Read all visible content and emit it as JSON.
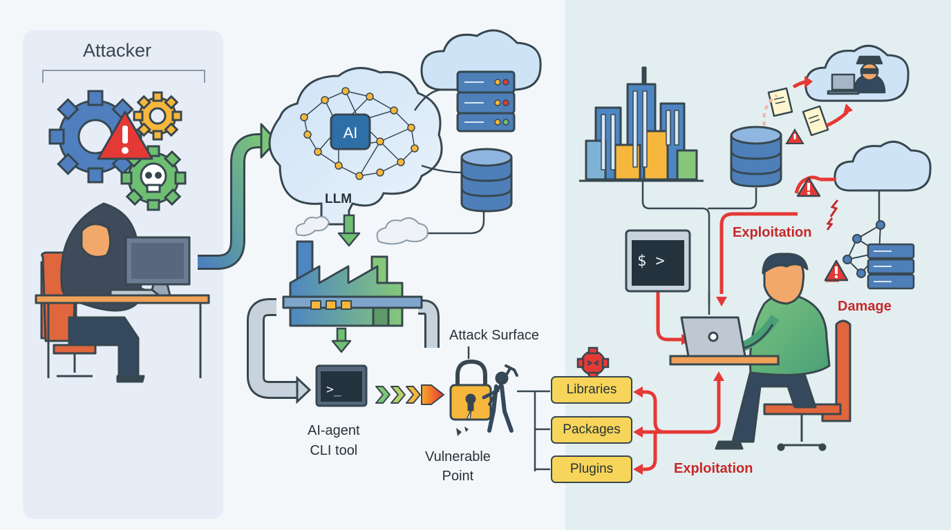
{
  "attacker_panel": {
    "title": "Attacker"
  },
  "labels": {
    "llm": "LLM",
    "ai_badge": "AI",
    "attack_surface": "Attack Surface",
    "agent_line1": "AI-agent",
    "agent_line2": "CLI tool",
    "vuln_line1": "Vulnerable",
    "vuln_line2": "Point",
    "exploitation_top": "Exploitation",
    "damage": "Damage",
    "exploitation_bottom": "Exploitation"
  },
  "components": [
    {
      "label": "Libraries"
    },
    {
      "label": "Packages"
    },
    {
      "label": "Plugins"
    }
  ],
  "terminals": {
    "cli_prompt": ">_",
    "shell_prompt": "$ >"
  },
  "colors": {
    "outline": "#37474f",
    "threat_red": "#e53935",
    "label_red": "#c62828",
    "flow_green": "#6fbf73",
    "flow_blue": "#4e7fb8",
    "component_yellow": "#f7d55a",
    "left_panel": "#e7edf6",
    "right_panel": "#e2edf0"
  },
  "icons": [
    "gear-icon",
    "warning-icon",
    "skull-icon",
    "hooded-attacker",
    "brain-icon",
    "cloud-icon",
    "server-icon",
    "database-icon",
    "factory-icon",
    "terminal-icon",
    "padlock-icon",
    "bug-icon",
    "city-icon",
    "document-icon",
    "spy-icon",
    "network-icon",
    "developer-icon",
    "laptop-icon"
  ]
}
